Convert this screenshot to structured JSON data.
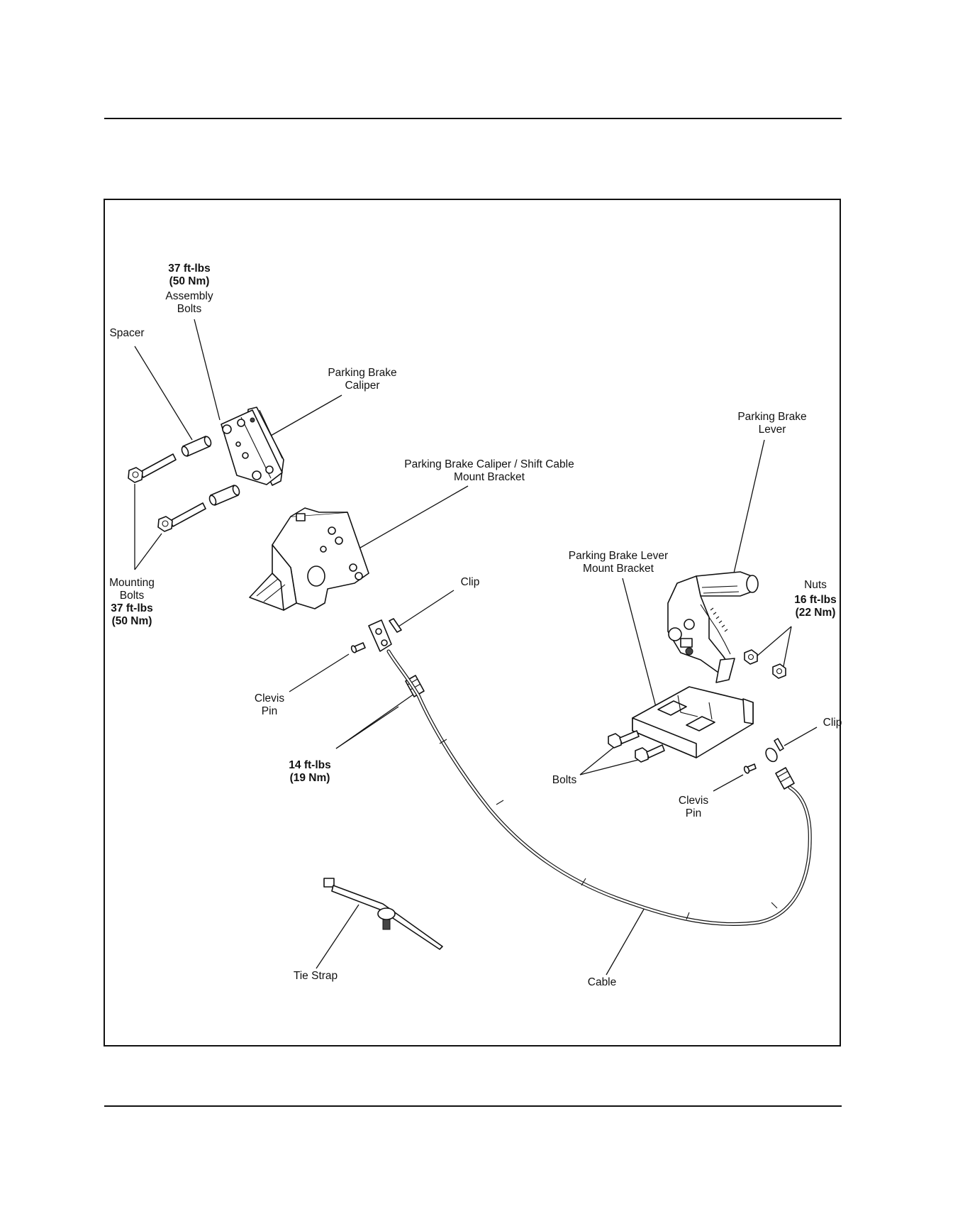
{
  "labels": {
    "assembly_bolts_torque_ft": "37 ft-lbs",
    "assembly_bolts_torque_nm": "(50 Nm)",
    "assembly_bolts_1": "Assembly",
    "assembly_bolts_2": "Bolts",
    "spacer": "Spacer",
    "caliper_1": "Parking Brake",
    "caliper_2": "Caliper",
    "caliper_bracket_1": "Parking Brake Caliper / Shift Cable",
    "caliper_bracket_2": "Mount Bracket",
    "lever_1": "Parking Brake",
    "lever_2": "Lever",
    "mounting_bolts_1": "Mounting",
    "mounting_bolts_2": "Bolts",
    "mounting_bolts_torque_ft": "37 ft-lbs",
    "mounting_bolts_torque_nm": "(50 Nm)",
    "clip_left": "Clip",
    "lever_bracket_1": "Parking Brake Lever",
    "lever_bracket_2": "Mount Bracket",
    "nuts": "Nuts",
    "nuts_torque_ft": "16 ft-lbs",
    "nuts_torque_nm": "(22 Nm)",
    "clevis_pin_left_1": "Clevis",
    "clevis_pin_left_2": "Pin",
    "cable_torque_ft": "14 ft-lbs",
    "cable_torque_nm": "(19 Nm)",
    "clip_right": "Clip",
    "bolts": "Bolts",
    "clevis_pin_right_1": "Clevis",
    "clevis_pin_right_2": "Pin",
    "tie_strap": "Tie Strap",
    "cable": "Cable"
  }
}
